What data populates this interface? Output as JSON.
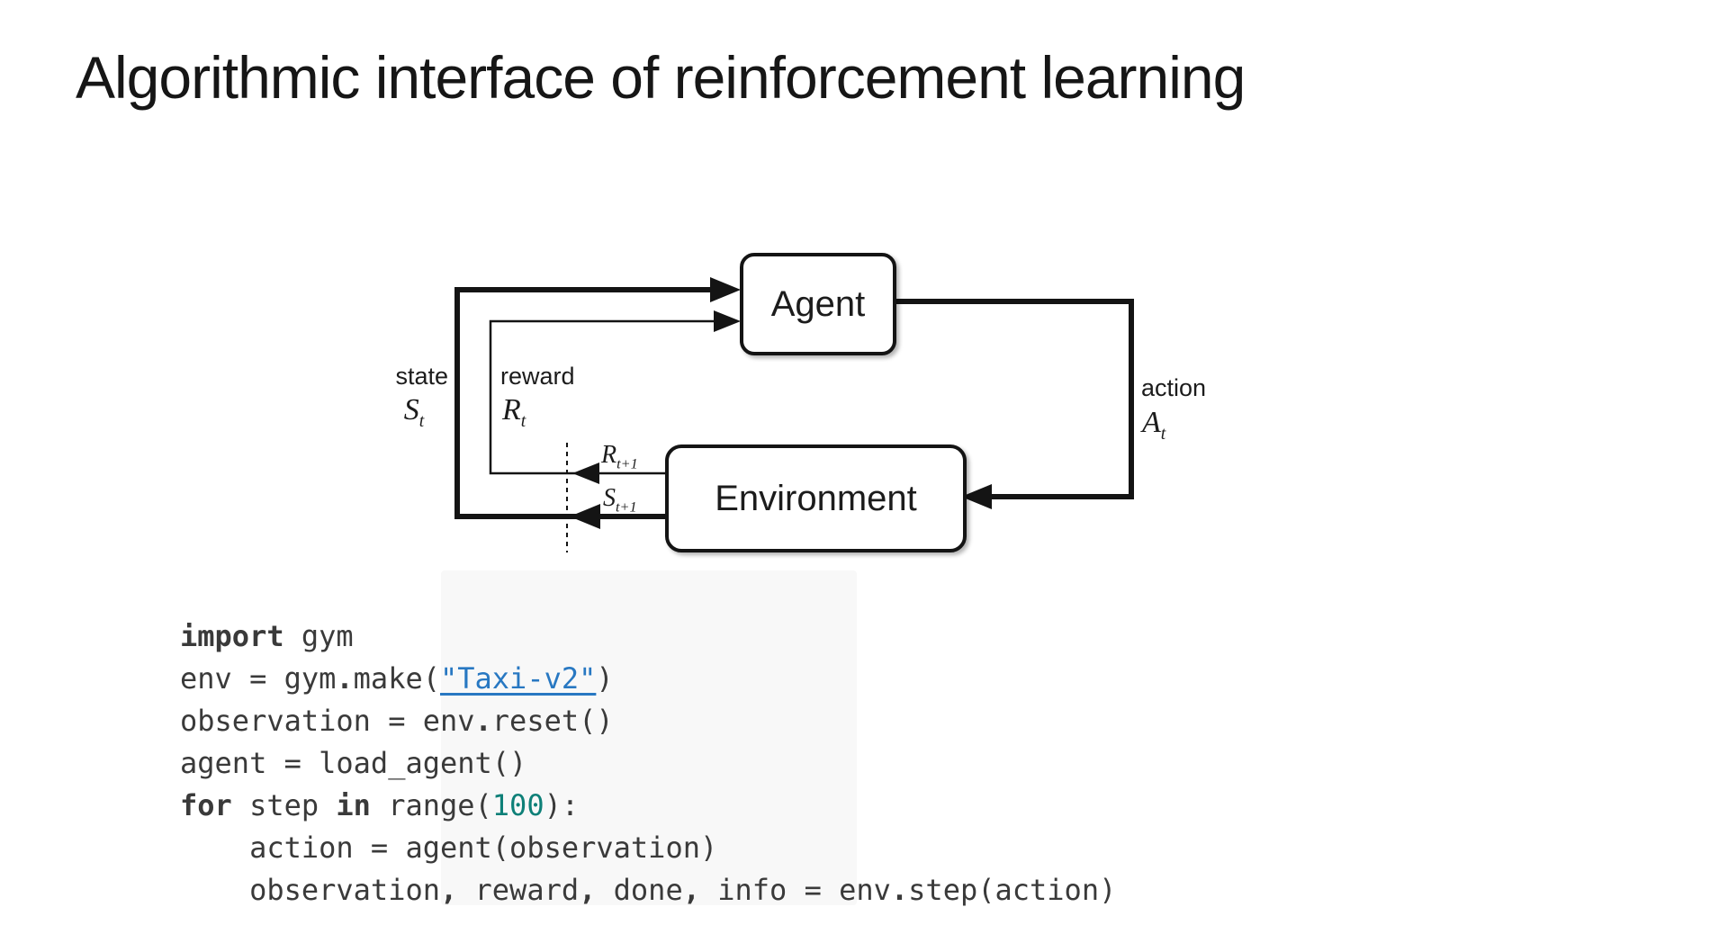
{
  "title": "Algorithmic interface of reinforcement learning",
  "diagram": {
    "agent_label": "Agent",
    "environment_label": "Environment",
    "state_label": "state",
    "state_symbol": {
      "main": "S",
      "sub": "t"
    },
    "reward_label": "reward",
    "reward_symbol": {
      "main": "R",
      "sub": "t"
    },
    "action_label": "action",
    "action_symbol": {
      "main": "A",
      "sub": "t"
    },
    "reward_next_symbol": {
      "main": "R",
      "sub": "t+1"
    },
    "state_next_symbol": {
      "main": "S",
      "sub": "t+1"
    },
    "line_color": "#141414"
  },
  "code": {
    "font_color": "#3a3a3a",
    "link_color": "#2878c2",
    "number_color": "#0e8078",
    "lines": [
      [
        {
          "t": "import",
          "s": "kw"
        },
        {
          "t": " gym",
          "s": "p"
        }
      ],
      [
        {
          "t": "env = gym",
          "s": "p"
        },
        {
          "t": ".",
          "s": "op"
        },
        {
          "t": "make(",
          "s": "p"
        },
        {
          "t": "\"Taxi-v2\"",
          "s": "link"
        },
        {
          "t": ")",
          "s": "p"
        }
      ],
      [
        {
          "t": "observation = env",
          "s": "p"
        },
        {
          "t": ".",
          "s": "op"
        },
        {
          "t": "reset()",
          "s": "p"
        }
      ],
      [
        {
          "t": "agent = load_agent()",
          "s": "p"
        }
      ],
      [
        {
          "t": "for",
          "s": "kw"
        },
        {
          "t": " step ",
          "s": "p"
        },
        {
          "t": "in",
          "s": "kw"
        },
        {
          "t": " range(",
          "s": "p"
        },
        {
          "t": "100",
          "s": "num"
        },
        {
          "t": "):",
          "s": "p"
        }
      ],
      [
        {
          "t": "    action = agent(observation)",
          "s": "p"
        }
      ],
      [
        {
          "t": "    observation",
          "s": "p"
        },
        {
          "t": ",",
          "s": "op"
        },
        {
          "t": " reward",
          "s": "p"
        },
        {
          "t": ",",
          "s": "op"
        },
        {
          "t": " done",
          "s": "p"
        },
        {
          "t": ",",
          "s": "op"
        },
        {
          "t": " info = env",
          "s": "p"
        },
        {
          "t": ".",
          "s": "op"
        },
        {
          "t": "step(action)",
          "s": "p"
        }
      ]
    ]
  }
}
